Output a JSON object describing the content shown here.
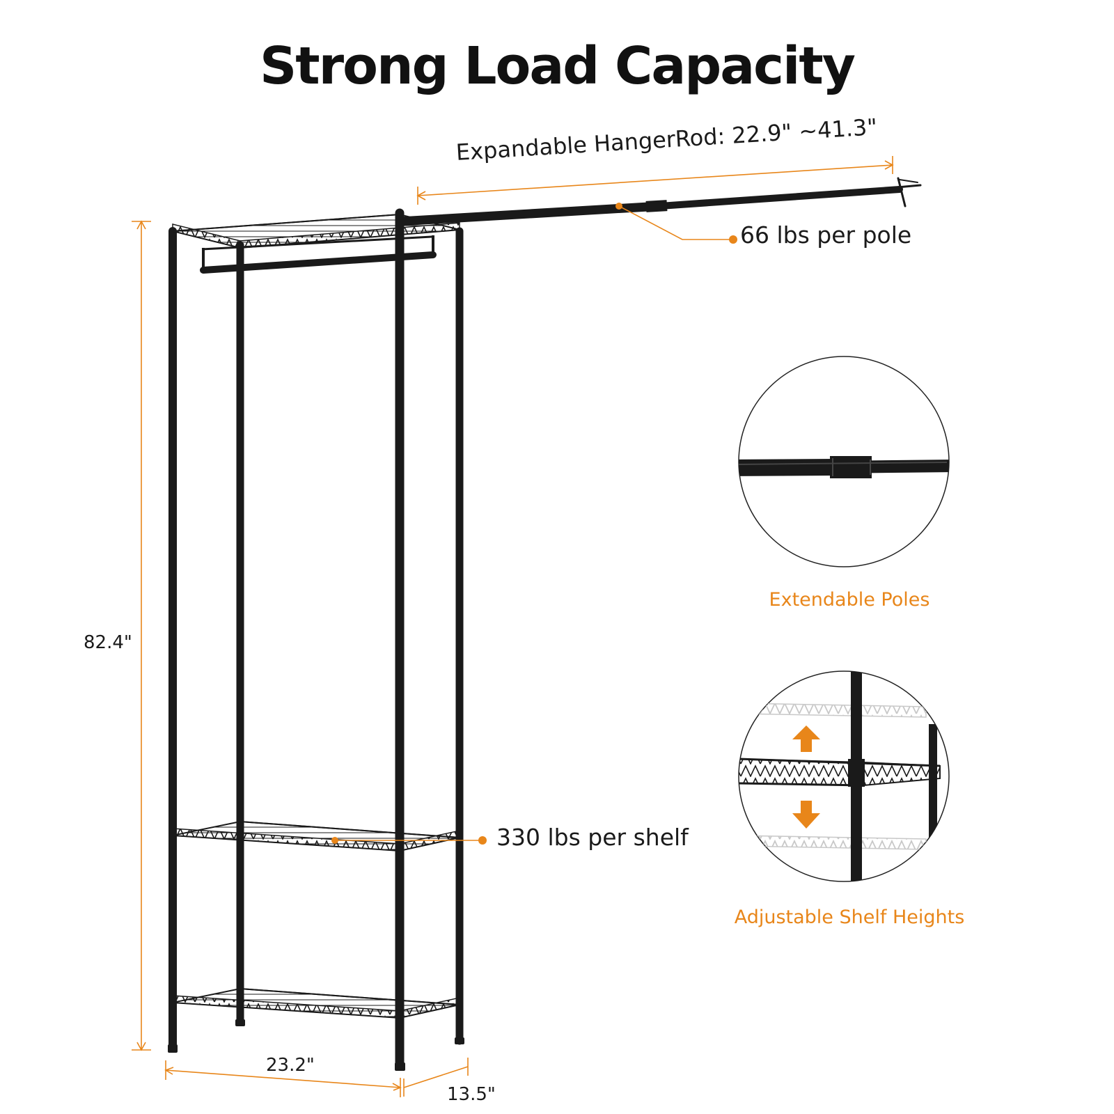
{
  "title": "Strong Load Capacity",
  "hanger_rod": {
    "label": "Expandable HangerRod: 22.9\" ~41.3\""
  },
  "pole_capacity": {
    "label": "66 lbs per pole"
  },
  "shelf_capacity": {
    "label": "330 lbs per shelf"
  },
  "dimensions": {
    "height": "82.4\"",
    "width": "23.2\"",
    "depth": "13.5\""
  },
  "detail_callouts": [
    {
      "caption": "Extendable Poles"
    },
    {
      "caption": "Adjustable Shelf Heights"
    }
  ],
  "colors": {
    "accent": "#e8861a",
    "frame": "#1a1a1a",
    "faded": "#cfcfcf"
  }
}
